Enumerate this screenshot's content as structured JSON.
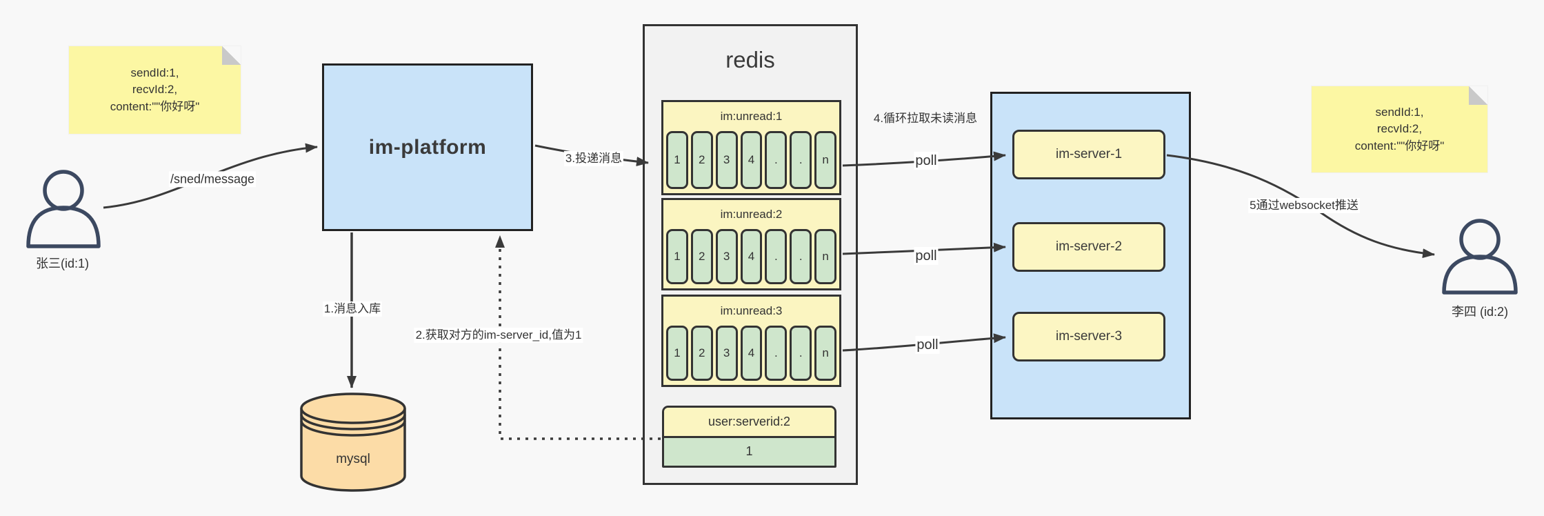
{
  "colors": {
    "bg": "#f8f8f8",
    "note_fill": "#fcf7a3",
    "note_fold": "#c9c9c9",
    "blue_fill": "#c9e3f9",
    "yellow_fill": "#fbf5c1",
    "green_fill": "#cfe6cc",
    "orange_fill": "#fcdca7",
    "panel_fill": "#f2f2f2",
    "line": "#3a3a3a"
  },
  "note_left": {
    "line1": "sendId:1,",
    "line2": "recvId:2,",
    "line3": "content:\"\"你好呀\""
  },
  "note_right": {
    "line1": "sendId:1,",
    "line2": "recvId:2,",
    "line3": "content:\"\"你好呀\""
  },
  "actor_left": {
    "label": "张三(id:1)"
  },
  "actor_right": {
    "label": "李四 (id:2)"
  },
  "platform": {
    "label": "im-platform"
  },
  "db": {
    "label": "mysql"
  },
  "redis": {
    "title": "redis",
    "queues": [
      {
        "header": "im:unread:1",
        "cells": [
          "1",
          "2",
          "3",
          "4",
          ".",
          ".",
          "n"
        ]
      },
      {
        "header": "im:unread:2",
        "cells": [
          "1",
          "2",
          "3",
          "4",
          ".",
          ".",
          "n"
        ]
      },
      {
        "header": "im:unread:3",
        "cells": [
          "1",
          "2",
          "3",
          "4",
          ".",
          ".",
          "n"
        ]
      }
    ],
    "mapping": {
      "header": "user:serverid:2",
      "value": "1"
    }
  },
  "server_group": {
    "servers": [
      {
        "label": "im-server-1"
      },
      {
        "label": "im-server-2"
      },
      {
        "label": "im-server-3"
      }
    ]
  },
  "labels": {
    "send_api": "/sned/message",
    "step1": "1.消息入库",
    "step2": "2.获取对方的im-server_id,值为1",
    "step3": "3.投递消息",
    "step4": "4.循环拉取未读消息",
    "step5": "5通过websocket推送",
    "poll": "poll"
  }
}
